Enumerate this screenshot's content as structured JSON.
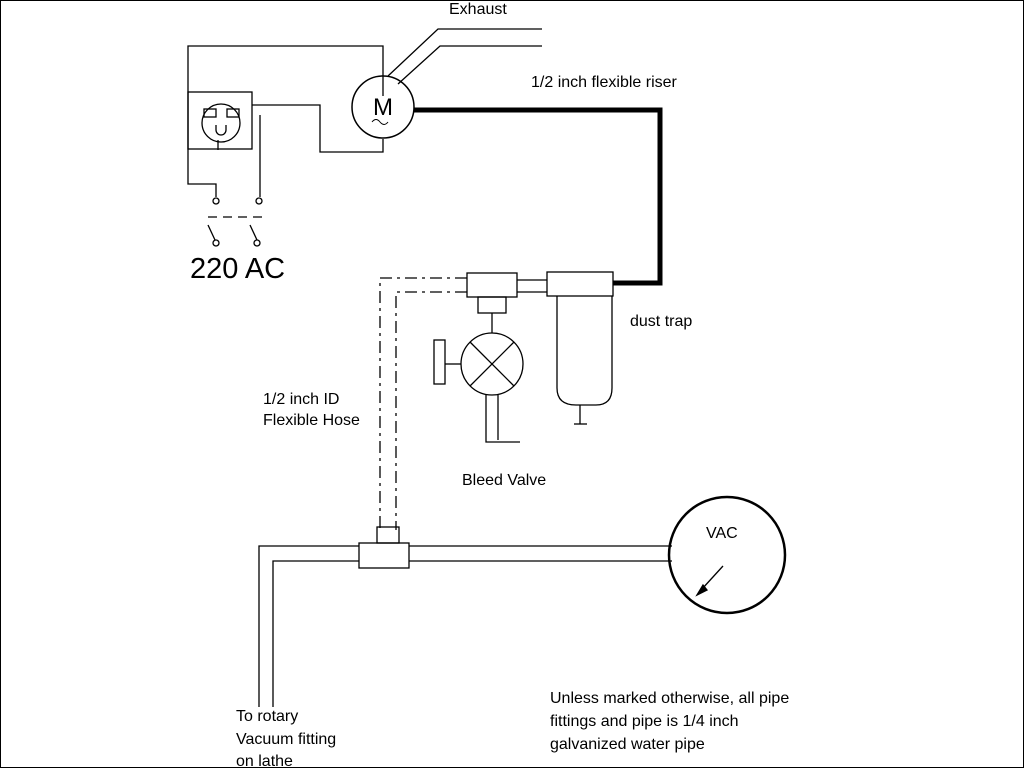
{
  "labels": {
    "exhaust": "Exhaust",
    "motor_symbol": "M",
    "riser": "1/2 inch flexible riser",
    "power": "220 AC",
    "dust_trap": "dust trap",
    "hose_line1": "1/2 inch ID",
    "hose_line2": "Flexible Hose",
    "bleed_valve": "Bleed Valve",
    "gauge": "VAC",
    "rotary_line1": "To rotary",
    "rotary_line2": "Vacuum fitting",
    "rotary_line3": "on lathe",
    "note_line1": "Unless marked otherwise, all pipe",
    "note_line2": "fittings and pipe is 1/4 inch",
    "note_line3": "galvanized water pipe"
  },
  "colors": {
    "line": "#000000",
    "background": "#ffffff"
  }
}
